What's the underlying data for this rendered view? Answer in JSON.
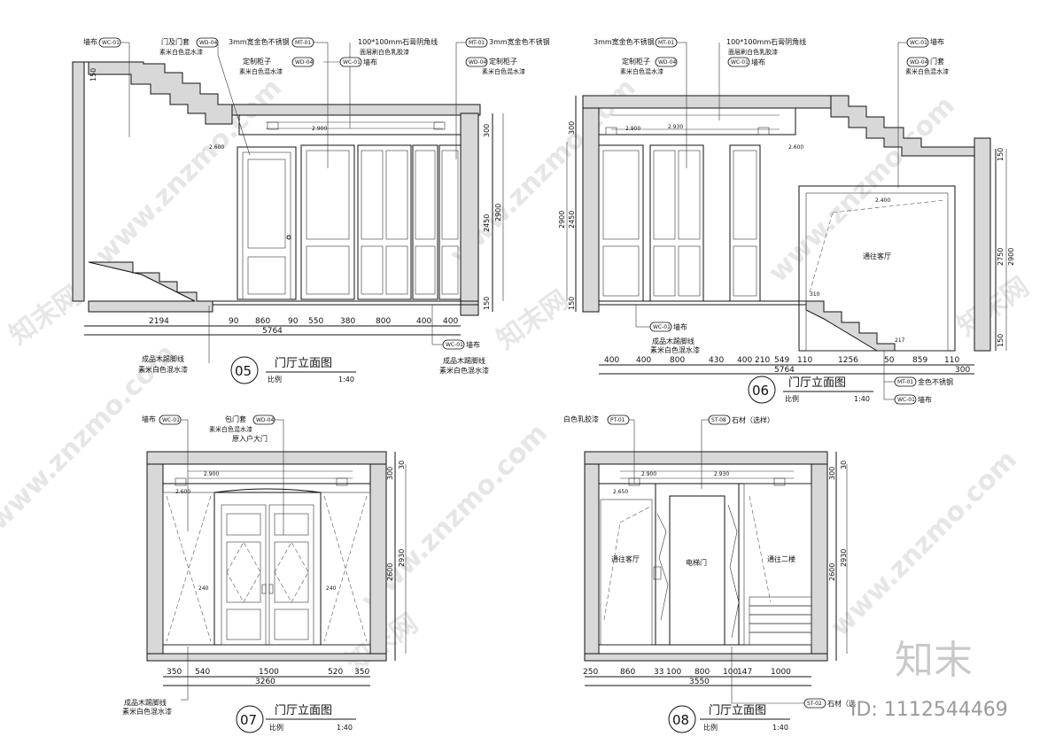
{
  "watermark": {
    "text": "www.znzmo.com",
    "logo": "知末网"
  },
  "brand": {
    "logo": "知末",
    "id": "ID: 1112544469"
  },
  "views": {
    "v05": {
      "number": "05",
      "title": "门厅立面图",
      "scale_label": "比例",
      "scale": "1:40",
      "labels": {
        "wallcloth": "墙布",
        "wallcloth_tag": "WC-01",
        "doorset": "门及门套",
        "doorset_sub": "素米白色混水漆",
        "doorset_tag": "WD-04",
        "steel": "3mm宽金色不锈钢",
        "steel_tag": "MT-01",
        "cabinet": "定制柜子",
        "cabinet_sub": "素米白色混水漆",
        "cabinet_tag": "WD-04",
        "cornice": "100*100mm石膏阴角线",
        "cornice_sub": "面层刷白色乳胶漆",
        "wallcloth2": "墙布",
        "wallcloth2_tag": "WC-01",
        "steel2": "3mm宽金色不锈钢",
        "steel2_tag": "MT-01",
        "cabinet2": "定制柜子",
        "cabinet2_sub": "素米白色混水漆",
        "cabinet2_tag": "WD-04",
        "skirting": "成品木踢脚线",
        "skirting_sub": "素米白色混水漆",
        "wallcloth3": "墙布",
        "wallcloth3_tag": "WC-01",
        "skirting2": "成品木踢脚线",
        "skirting2_sub": "素米白色混水漆",
        "level1": "2.900",
        "level2": "2.600"
      },
      "dims_bottom": [
        "2194",
        "90",
        "860",
        "90",
        "550",
        "380",
        "800",
        "400",
        "400"
      ],
      "dim_total": "5764",
      "dims_right": [
        "300",
        "2450",
        "2900",
        "150"
      ],
      "dim_left": "150"
    },
    "v06": {
      "number": "06",
      "title": "门厅立面图",
      "scale_label": "比例",
      "scale": "1:40",
      "labels": {
        "steel": "3mm宽金色不锈钢",
        "steel_tag": "MT-01",
        "cabinet": "定制柜子",
        "cabinet_sub": "素米白色混水漆",
        "cabinet_tag": "WD-04",
        "cornice": "100*100mm石膏阴角线",
        "cornice_sub": "面层刷白色乳胶漆",
        "wallcloth": "墙布",
        "wallcloth_tag": "WC-01",
        "wallcloth2": "墙布",
        "wallcloth2_tag": "WC-01",
        "doorset": "门套",
        "doorset_sub": "素米白色混水漆",
        "doorset_tag": "WD-04",
        "wallcloth3": "墙布",
        "wallcloth3_tag": "WC-01",
        "skirting": "成品木踢脚线",
        "skirting_sub": "素米白色混水漆",
        "steel_gold": "金色不锈钢",
        "steel_gold_tag": "MT-01",
        "wallcloth4": "墙布",
        "wallcloth4_tag": "WC-01",
        "opening": "通往客厅",
        "level1": "2.930",
        "level2": "2.900",
        "level3": "2.600",
        "level4": "2.400",
        "step": "310",
        "rise": "217"
      },
      "dims_bottom": [
        "400",
        "400",
        "800",
        "430",
        "400",
        "210",
        "549",
        "110",
        "1256",
        "50",
        "859",
        "110"
      ],
      "dim_total": "5764",
      "dim_right_end": "300",
      "dims_left": [
        "300",
        "2900",
        "2450",
        "150"
      ],
      "dims_right": [
        "150",
        "2750",
        "2900",
        "150"
      ]
    },
    "v07": {
      "number": "07",
      "title": "门厅立面图",
      "scale_label": "比例",
      "scale": "1:40",
      "labels": {
        "wallcloth": "墙布",
        "wallcloth_tag": "WC-01",
        "doorset": "包门套",
        "doorset_sub": "素米白色混水漆",
        "doorset_tag": "WD-04",
        "entry": "原入户大门",
        "skirting": "成品木踢脚线",
        "skirting_sub": "素米白色混水漆",
        "level1": "2.900",
        "level2": "2.600",
        "side_l": "240",
        "side_r": "240"
      },
      "dims_bottom": [
        "350",
        "540",
        "1500",
        "520",
        "350"
      ],
      "dim_total": "3260",
      "dims_right": [
        "300",
        "2600",
        "2930",
        "30"
      ]
    },
    "v08": {
      "number": "08",
      "title": "门厅立面图",
      "scale_label": "比例",
      "scale": "1:40",
      "labels": {
        "paint": "白色乳胶漆",
        "paint_tag": "PT-01",
        "stone": "石材（选样）",
        "stone_tag": "ST-08",
        "stone2": "石材（选",
        "stone2_tag": "ST-02",
        "left_open": "通往客厅",
        "elevator": "电梯门",
        "right_open": "通往二楼",
        "level1": "2.900",
        "level2": "2.930",
        "level3": "2.650"
      },
      "dims_bottom": [
        "250",
        "860",
        "33",
        "100",
        "800",
        "100",
        "147",
        "1000"
      ],
      "dim_total": "3550",
      "dims_right": [
        "30",
        "300",
        "2600",
        "2930"
      ]
    }
  }
}
